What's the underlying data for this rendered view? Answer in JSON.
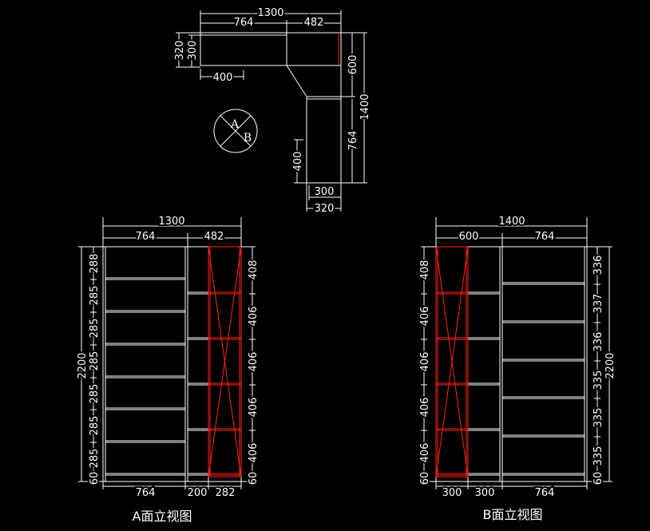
{
  "colors": {
    "background": "#000000",
    "line": "#ffffff",
    "highlight": "#ff2020"
  },
  "plan": {
    "top_total": "1300",
    "top_left": "764",
    "top_right": "482",
    "left_320": "320",
    "left_300": "300",
    "below_400": "400",
    "right_600": "600",
    "right_1400": "1400",
    "right_764": "764",
    "side_400": "400",
    "bottom_300": "300",
    "bottom_320": "320",
    "symbol_a": "A",
    "symbol_b": "B"
  },
  "elevation_a": {
    "caption": "A面立视图",
    "top_total": "1300",
    "top_left": "764",
    "top_right": "482",
    "height_total": "2200",
    "left_dims": [
      "60",
      "285",
      "285",
      "285",
      "285",
      "285",
      "285",
      "288"
    ],
    "right_dims": [
      "60",
      "406",
      "406",
      "406",
      "406",
      "408"
    ],
    "bottom_dims": [
      "764",
      "200",
      "282"
    ]
  },
  "elevation_b": {
    "caption": "B面立视图",
    "top_total": "1400",
    "top_left": "600",
    "top_right": "764",
    "height_total": "2200",
    "left_dims": [
      "60",
      "406",
      "406",
      "406",
      "406",
      "408"
    ],
    "right_dims": [
      "60",
      "335",
      "335",
      "335",
      "336",
      "337",
      "336"
    ],
    "bottom_dims": [
      "300",
      "300",
      "764"
    ]
  }
}
